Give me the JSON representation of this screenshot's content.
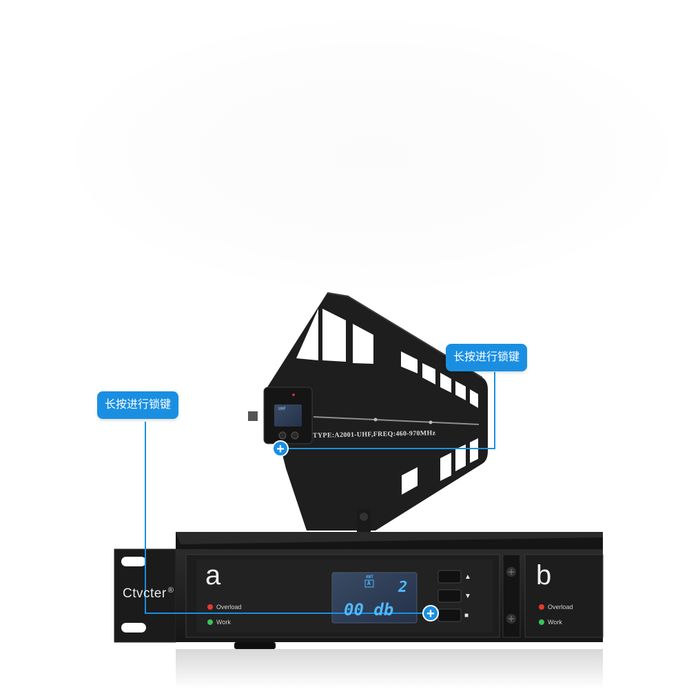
{
  "product": {
    "brand": "Ctvcter",
    "brand_mark": "®",
    "antenna_label": "TYPE:A2001-UHF,FREQ:460-970MHz",
    "antenna_screen_top": "UHF"
  },
  "receiver": {
    "channel_a": {
      "letter": "a",
      "overload_label": "Overload",
      "work_label": "Work",
      "lcd": {
        "ant_label": "ANT",
        "ant_value": "A",
        "channel_value": "2",
        "level_value": "00 db"
      }
    },
    "channel_b": {
      "letter": "b",
      "overload_label": "Overload",
      "work_label": "Work"
    },
    "buttons": [
      {
        "symbol": "▲"
      },
      {
        "symbol": "▼"
      },
      {
        "symbol": "■"
      }
    ]
  },
  "callouts": {
    "left": "长按进行锁键",
    "right": "长按进行锁键"
  },
  "colors": {
    "accent": "#1a8fe2",
    "device_body": "#1c1c1c",
    "lcd_blue": "#4fb8ff",
    "overload_led": "#e23a2e",
    "work_led": "#3cc35a"
  }
}
